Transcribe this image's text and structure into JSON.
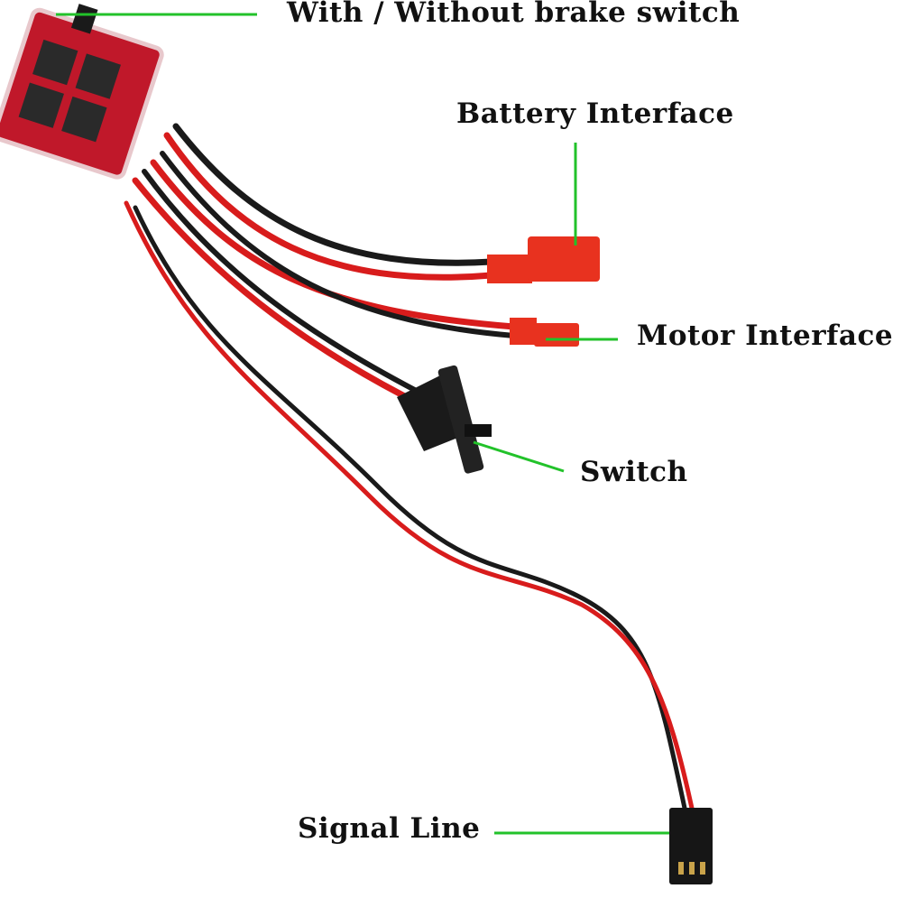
{
  "labels": {
    "brake_switch": "With / Without brake switch",
    "battery": "Battery Interface",
    "motor": "Motor Interface",
    "switch": "Switch",
    "signal": "Signal Line"
  },
  "colors": {
    "leader_line": "#22c22a",
    "wire_red": "#d81c1c",
    "wire_black": "#1a1a1a",
    "connector_red": "#e8321f",
    "pcb": "#c0182a"
  }
}
